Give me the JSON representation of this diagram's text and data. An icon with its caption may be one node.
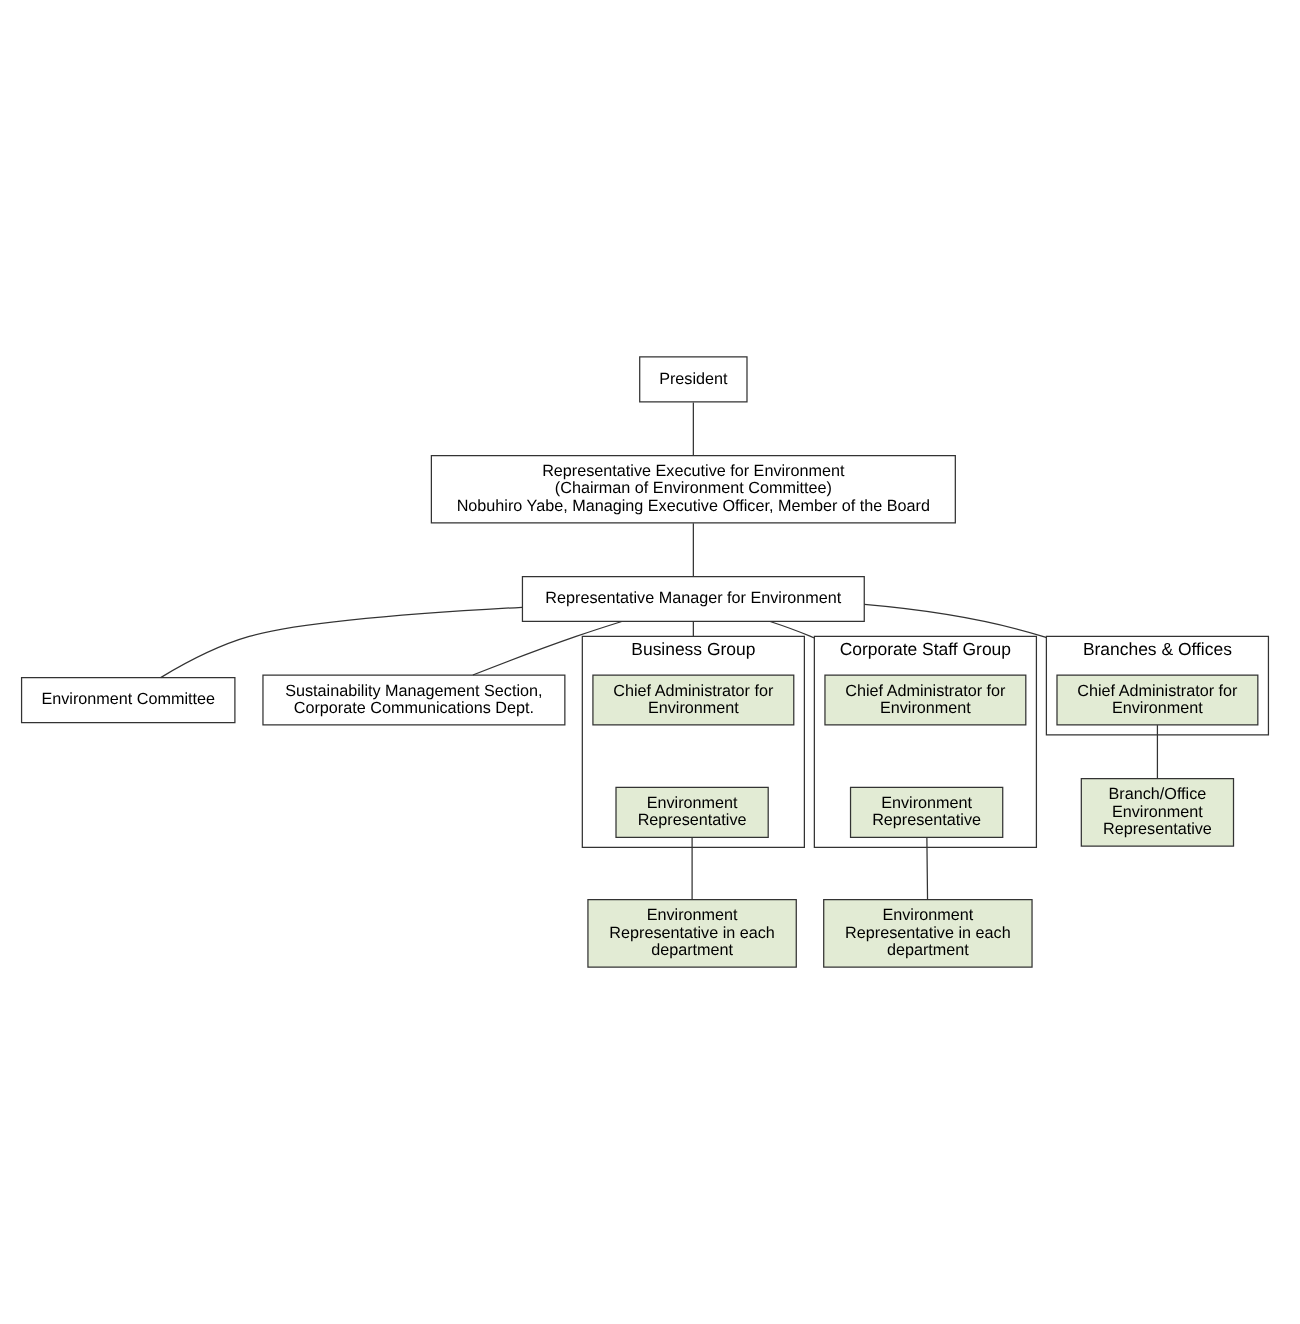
{
  "diagram": {
    "nodes": [
      {
        "text": [
          "President"
        ]
      },
      {
        "text": [
          "Representative Executive for Environment",
          "(Chairman of Environment Committee)",
          "Nobuhiro Yabe, Managing Executive Officer, Member of the Board"
        ]
      },
      {
        "text": [
          "Representative Manager for Environment"
        ]
      },
      {
        "text": [
          "Environment Committee"
        ]
      },
      {
        "text": [
          "Sustainability Management Section, Corporate Communications Dept."
        ]
      },
      {
        "text": [
          "Branches & Offices"
        ]
      },
      {
        "text": [
          "Chief Administrator for Environment"
        ],
        "in": 5
      },
      {
        "text": [
          "Branch/Office Environment Representative"
        ]
      },
      {
        "text": [
          "Business Group"
        ]
      },
      {
        "text": [
          "Chief Administrator for Environment"
        ],
        "in": 8
      },
      {
        "text": [
          "Environment Representative"
        ],
        "in": 8
      },
      {
        "text": [
          "Environment Representative in each department"
        ]
      },
      {
        "text": [
          "Corporate Staff Group"
        ]
      },
      {
        "text": [
          "Chief Administrator for Environment"
        ],
        "in": 12
      },
      {
        "text": [
          "Environment Representative"
        ],
        "in": 12
      },
      {
        "text": [
          "Environment Representative in each department"
        ]
      }
    ],
    "edges": [
      {
        "from": 0,
        "to": 1,
        "arrow": "none"
      },
      {
        "from": 1,
        "to": 2,
        "arrow": "none"
      },
      {
        "from": 2,
        "to": 3,
        "arrow": "none"
      },
      {
        "from": 2,
        "to": 4,
        "arrow": "none"
      },
      {
        "from": 2,
        "to": 5,
        "arrow": "none"
      },
      {
        "from": 2,
        "to": 8,
        "arrow": "none"
      },
      {
        "from": 2,
        "to": 12,
        "arrow": "none"
      },
      {
        "from": 6,
        "to": 7,
        "arrow": "none"
      },
      {
        "from": 10,
        "to": 11,
        "arrow": "none"
      },
      {
        "from": 14,
        "to": 15,
        "arrow": "none"
      }
    ]
  }
}
